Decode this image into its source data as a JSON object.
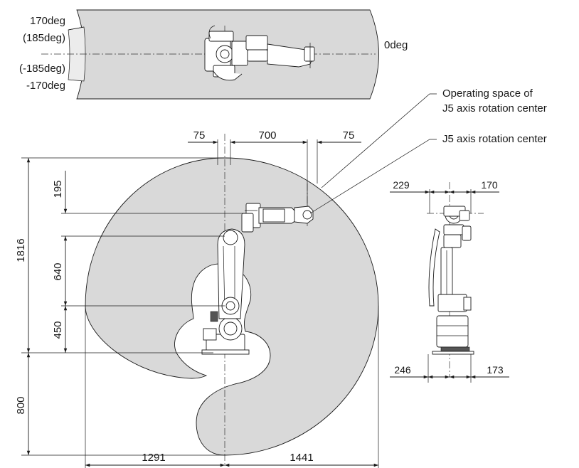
{
  "top_view": {
    "angle_labels": {
      "plus_170": "170deg",
      "plus_185": "(185deg)",
      "minus_185": "(-185deg)",
      "minus_170": "-170deg",
      "zero": "0deg"
    }
  },
  "callouts": {
    "operating_space_line1": "Operating space of",
    "operating_space_line2": "J5 axis rotation center",
    "rotation_center": "J5 axis rotation center"
  },
  "side_view_dimensions": {
    "top_left": "75",
    "top_mid": "700",
    "top_right": "75",
    "v_195": "195",
    "v_640": "640",
    "v_450": "450",
    "v_1816": "1816",
    "v_800": "800",
    "h_1291": "1291",
    "h_1441": "1441"
  },
  "front_view_dimensions": {
    "top_left": "229",
    "top_right": "170",
    "bottom_left": "246",
    "bottom_right": "173"
  },
  "colors": {
    "envelope": "#d9d9d9",
    "line": "#1a1a1a"
  }
}
